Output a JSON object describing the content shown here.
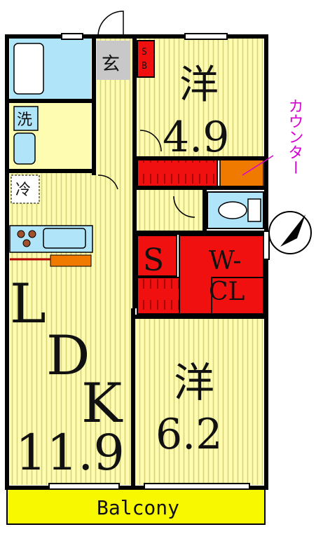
{
  "labels": {
    "entrance": "玄",
    "shoe_box": "S\nB",
    "western_room_1": "洋",
    "western_room_1_size": "4.9",
    "counter": "カウンター",
    "laundry": "洗",
    "fridge": "冷",
    "ldk_l": "L",
    "ldk_d": "D",
    "ldk_k": "K",
    "ldk_size": "11.9",
    "storage": "S",
    "walk_in_closet_1": "W-",
    "walk_in_closet_2": "CL",
    "western_room_2": "洋",
    "western_room_2_size": "6.2",
    "balcony": "Balcony"
  },
  "colors": {
    "wall": "#000000",
    "floor_yellow": "#fefcb0",
    "floor_stripe": "#d8d27a",
    "bath_blue": "#b0e4f8",
    "closet_red": "#f01010",
    "counter_orange": "#f07a00",
    "entrance_gray": "#c8c8c8",
    "balcony_yellow": "#f8f800",
    "counter_label": "#d800d0"
  }
}
